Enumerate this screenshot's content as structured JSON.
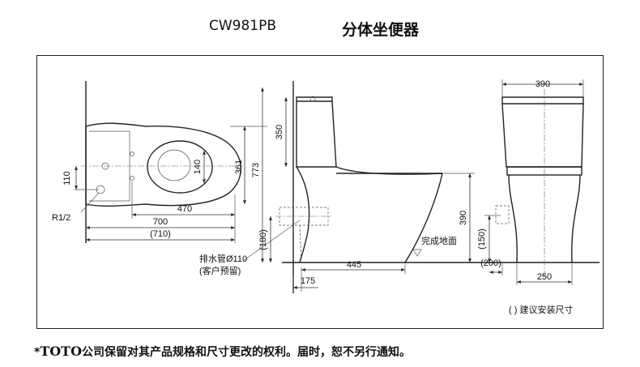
{
  "header": {
    "model": "CW981PB",
    "title": "分体坐便器"
  },
  "plan_view": {
    "dim_110": "110",
    "pipe_label": "R1/2",
    "dim_140": "140",
    "dim_470": "470",
    "dim_700": "700",
    "dim_710": "(710)",
    "dim_361": "361",
    "dim_773": "773"
  },
  "side_view": {
    "dim_350": "350",
    "dim_180": "(180)",
    "drain_label_1": "排水管Ø110",
    "drain_label_2": "(客户预留)",
    "dim_445": "445",
    "dim_175": "175",
    "dim_390": "390",
    "floor_label": "完成地面"
  },
  "front_view": {
    "dim_390": "390",
    "dim_150": "(150)",
    "dim_200": "(200)",
    "dim_250": "250"
  },
  "legend": "( ) 建议安装尺寸",
  "footer": {
    "star": "*",
    "brand": "TOTO",
    "text": "公司保留对其产品规格和尺寸更改的权利。届时，恕不另行通知。"
  }
}
